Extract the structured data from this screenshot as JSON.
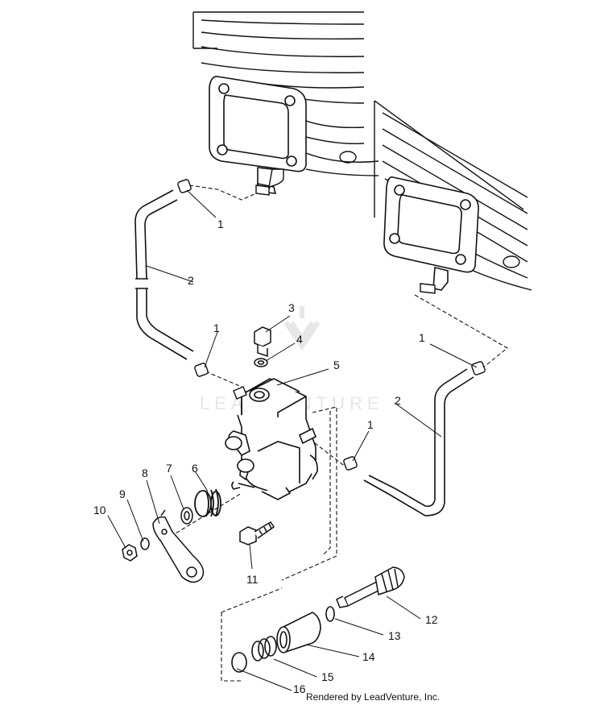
{
  "diagram": {
    "watermark": "LEADVENTURE",
    "credit": "Rendered by LeadVenture, Inc.",
    "callouts": {
      "c1a": "1",
      "c1b": "1",
      "c1c": "1",
      "c1d": "1",
      "c2a": "2",
      "c2b": "2",
      "c3": "3",
      "c4": "4",
      "c5": "5",
      "c6": "6",
      "c7": "7",
      "c8": "8",
      "c9": "9",
      "c10": "10",
      "c11": "11",
      "c12": "12",
      "c13": "13",
      "c14": "14",
      "c15": "15",
      "c16": "16"
    }
  }
}
